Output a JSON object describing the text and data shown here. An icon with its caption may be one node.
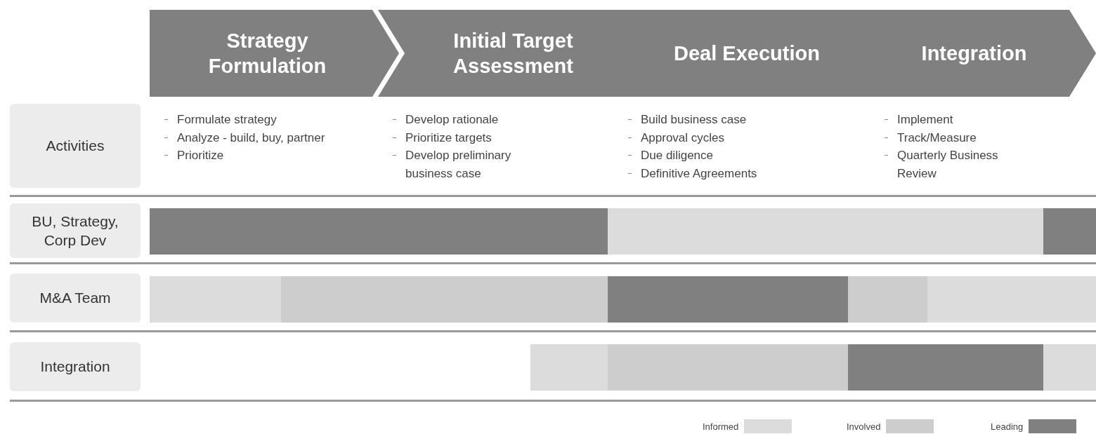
{
  "diagram": {
    "nodes": [
      {
        "text": [
          "Strategy Formulation"
        ]
      },
      {
        "text": [
          "Initial Target Assessment"
        ]
      },
      {
        "text": [
          "Deal Execution"
        ]
      },
      {
        "text": [
          "Integration"
        ]
      },
      {
        "text": [
          "Activities"
        ]
      },
      {
        "text": [
          "BU, Strategy, Corp Dev"
        ]
      },
      {
        "text": [
          "M&A Team"
        ]
      },
      {
        "text": [
          "Integration"
        ]
      }
    ],
    "edges": [],
    "labels": [
      "Formulate strategy",
      "Analyze - build, buy, partner",
      "Prioritize",
      "Develop rationale",
      "Prioritize targets",
      "Develop preliminary business case",
      "Build business case",
      "Approval cycles",
      "Due diligence",
      "Definitive Agreements",
      "Implement",
      "Track/Measure",
      "Quarterly Business Review"
    ],
    "legend": [
      {
        "text": "Informed",
        "color": "#dcdcdc"
      },
      {
        "text": "Involved",
        "color": "#cdcdcd"
      },
      {
        "text": "Leading",
        "color": "#808080"
      }
    ]
  }
}
